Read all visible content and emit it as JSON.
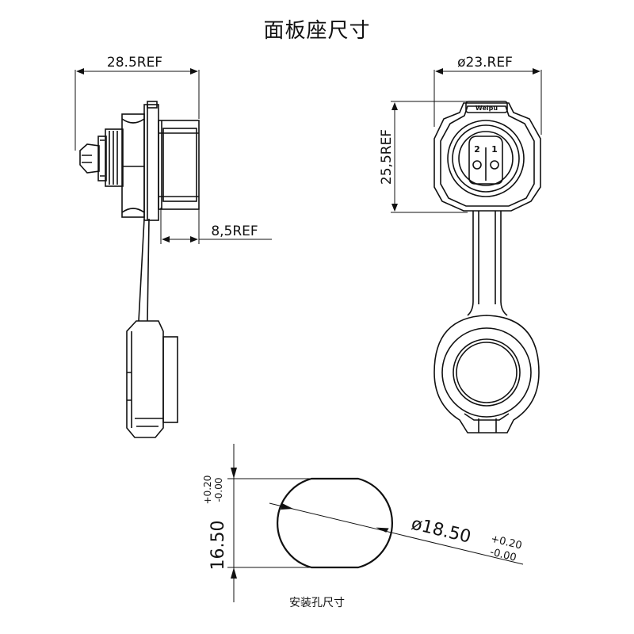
{
  "title": "面板座尺寸",
  "caption": "安装孔尺寸",
  "dimensions": {
    "side_length": "28.5REF",
    "side_depth": "8,5REF",
    "front_diameter": "ø23.REF",
    "front_height": "25,5REF",
    "hole_height": "16.50",
    "hole_height_tol_plus": "+0.20",
    "hole_height_tol_minus": "-0.00",
    "hole_diameter": "ø18.50",
    "hole_diameter_tol_plus": "+0.20",
    "hole_diameter_tol_minus": "-0.00"
  },
  "pins": [
    "2",
    "1"
  ],
  "logo_text": "Weipu"
}
